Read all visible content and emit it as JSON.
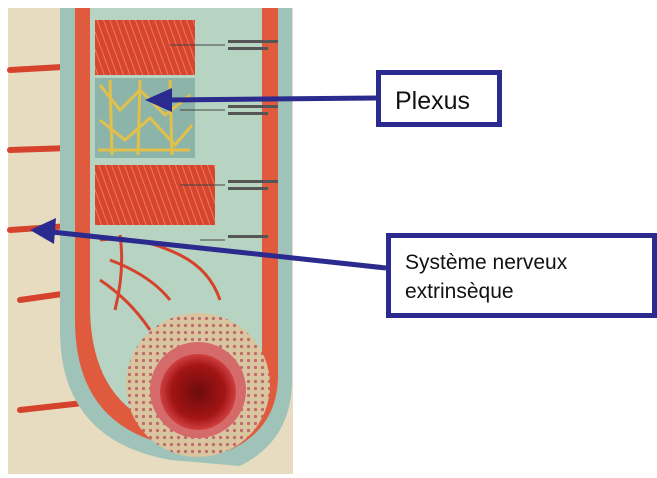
{
  "labels": {
    "plexus": "Plexus",
    "extrinsic_line1": "Système nerveux",
    "extrinsic_line2": "extrinsèque"
  },
  "colors": {
    "callout_border": "#2b2b8f",
    "arrow": "#2b2b8f",
    "muscle": "#d8452f",
    "nerve": "#e3c04a",
    "background": "#ffffff"
  }
}
